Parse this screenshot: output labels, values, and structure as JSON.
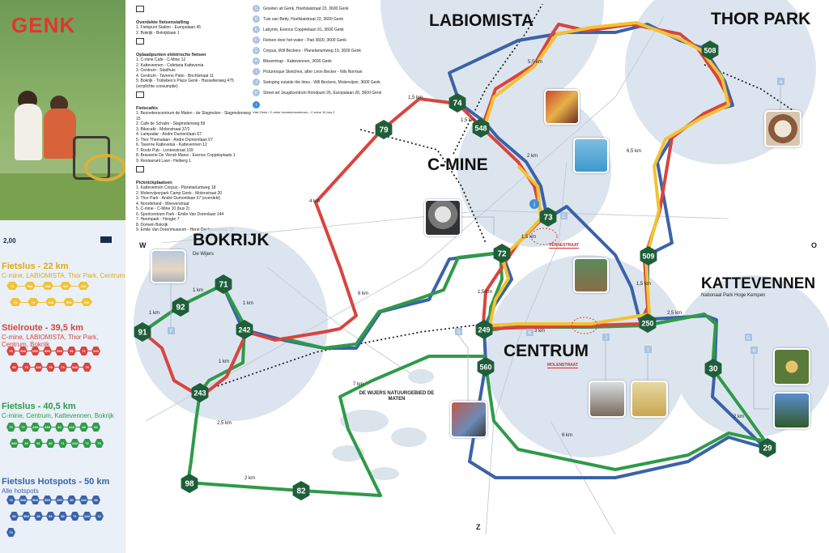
{
  "brand": {
    "logo": "GENK"
  },
  "price": "2,00",
  "legend": {
    "sections": [
      {
        "heading": "Overdekte fietsenstalling",
        "items": [
          "1. Fietspunt Station - Europalaan 45",
          "2. Bokrijk - Bokrijklaan 1"
        ]
      },
      {
        "heading": "Oplaadpunten elektrische fietsen",
        "items": [
          "1. C-mine Cafe - C-Mine 12",
          "2. Kattevennen - Cafetaria Kattevenia",
          "3. Centrum - Stadhuis",
          "4. Centrum - Taverne Patio - Bochtstraat 11",
          "5. Bokrijk - Trollebeo's Place Genk - Hasselterweg 475 (verplichte consumptie)"
        ]
      },
      {
        "heading": "Fietscafés",
        "items": [
          "1. Bezoekerscentrum de Maten - de Slagmolen - Slagmolenweg 15",
          "2. Cafe de Schalm - Slagmolenweg 59",
          "3. Bikecafé - Molenstraat 37/1",
          "4. Lampadar - Andre Dumontlaan 67",
          "5. Thor Themalaan - Andre Dumontlaan 67",
          "6. Taverne Kattevenia - Kattevennen 12",
          "7. Rootz Pub - Lentesstraat 109",
          "8. Brasserie De Vlendr Mansi - Evence Coppéeplaats 1",
          "9. Restaurant Lawi - Heiberg 1"
        ]
      },
      {
        "heading": "Picknickplaatsen",
        "items": [
          "1. Kattevennen Corpus - Planetariumweg 18",
          "2. Molenvijverpark Camp Genk - Molenstraat 20",
          "3. Thor Park - André Dumontlaan 67 (overdekt)",
          "4. Noordeland - Weeverstraat",
          "5. C-mine - C-Mine 10 (bus 2)",
          "6. Sportcentrum Park - Emile Van Dorenlaan 144",
          "7. Heempark - Hoogte 7",
          "8. Domein Bokrijk",
          "9. Emile Van Dorenmuseum - Henri Decleenestraat 12"
        ]
      }
    ]
  },
  "poi": {
    "items": [
      {
        "letter": "C",
        "text": "Groeten uit Genk, Hoefslaistraat 23, 3600 Genk"
      },
      {
        "letter": "D",
        "text": "Tuin van Betty, Hoefslaistraat 22, 3600 Genk"
      },
      {
        "letter": "E",
        "text": "Labyrint, Evence Coppéelaan 91, 3600 Genk"
      },
      {
        "letter": "F",
        "text": "Fietsen door het water - Pad 3600, 3600 Genk"
      },
      {
        "letter": "G",
        "text": "Corpus, Will Beckers - Planetariumweg 19, 3600 Genk"
      },
      {
        "letter": "H",
        "text": "Biksemtrap - Kattevennen, 3600 Genk"
      },
      {
        "letter": "I",
        "text": "Picturesque Sketches, after Léon Becker - Nils Norman"
      },
      {
        "letter": "J",
        "text": "Swinging outside the lines - Will Beckers, Molenvijver, 3600 Genk"
      },
      {
        "letter": "K",
        "text": "Street art Jeugdcentrum Rondpunt 26, Europalaan 26, 3600 Genk"
      }
    ],
    "visit": "Visit Genk / C-mine bezoekerscentrum - C-mine 10 bus 2"
  },
  "routes": [
    {
      "title": "Fietslus - 22 km",
      "subtitle": "C-mine, LABIOMISTA, Thor Park, Centrum",
      "color": "#f2c233",
      "nodes": [
        "73",
        "548",
        "508",
        "509",
        "250",
        "79",
        "74",
        "548",
        "509",
        "250"
      ]
    },
    {
      "title": "Stielroute - 39,5 km",
      "subtitle": "C-mine, LABIOMISTA, Thor Park, Centrum, Bokrijk",
      "color": "#d9443f",
      "nodes": [
        "73",
        "548",
        "508",
        "509",
        "250",
        "91",
        "71",
        "243",
        "92",
        "72",
        "249",
        "79",
        "74",
        "548",
        "73"
      ]
    },
    {
      "title": "Fietslus - 40,5 km",
      "subtitle": "C-mine, Centrum, Kattevennen, Bokrijk",
      "color": "#2f9a48",
      "nodes": [
        "73",
        "72",
        "249",
        "250",
        "30",
        "243",
        "98",
        "82",
        "560",
        "29",
        "91",
        "92",
        "71",
        "242",
        "72",
        "73"
      ]
    },
    {
      "title": "Fietslus Hotspots - 50 km",
      "subtitle": "Alle hotspots",
      "color": "#3b62a8",
      "nodes": [
        "73",
        "548",
        "508",
        "509",
        "250",
        "30",
        "242",
        "98",
        "82",
        "560",
        "29",
        "91",
        "92",
        "71",
        "243",
        "72",
        "73"
      ]
    }
  ],
  "areas": {
    "labiomista": "LABIOMISTA",
    "thorpark": "THOR PARK",
    "cmine": "C-MINE",
    "bokrijk": "BOKRIJK",
    "bokrijk_sub": "De Wijers",
    "kattevennen": "KATTEVENNEN",
    "kattevennen_sub": "Nationaal Park Hoge Kempen",
    "centrum": "CENTRUM",
    "dewijers": "DE WIJERS NATUURGEBIED DE MATEN"
  },
  "streets": {
    "vennestraat": "VENNESTRAAT",
    "molenstraat": "MOLENSTRAAT"
  },
  "compass": {
    "w": "W",
    "o": "O",
    "z": "Z"
  },
  "distances": [
    "5,5 km",
    "1,5 km",
    "1,5 km",
    "2 km",
    "6,5 km",
    "4 km",
    "1,5 km",
    "1 km",
    "1 km",
    "1 km",
    "1 km",
    "6 km",
    "1,5 km",
    "3 km",
    "2,5 km",
    "7 km",
    "6 km",
    "2 km",
    "2 km",
    "2,5 km",
    "1,5 km"
  ],
  "nodes": [
    {
      "id": "508"
    },
    {
      "id": "74"
    },
    {
      "id": "548"
    },
    {
      "id": "79"
    },
    {
      "id": "73"
    },
    {
      "id": "72"
    },
    {
      "id": "509"
    },
    {
      "id": "71"
    },
    {
      "id": "92"
    },
    {
      "id": "91"
    },
    {
      "id": "242"
    },
    {
      "id": "243"
    },
    {
      "id": "249"
    },
    {
      "id": "250"
    },
    {
      "id": "560"
    },
    {
      "id": "30"
    },
    {
      "id": "29"
    },
    {
      "id": "98"
    },
    {
      "id": "82"
    }
  ],
  "colors": {
    "yellow": "#f2c233",
    "red": "#d9443f",
    "green": "#2f9a48",
    "blue": "#3b62a8",
    "node": "#1f5e3a",
    "area": "#d6e1ec"
  }
}
